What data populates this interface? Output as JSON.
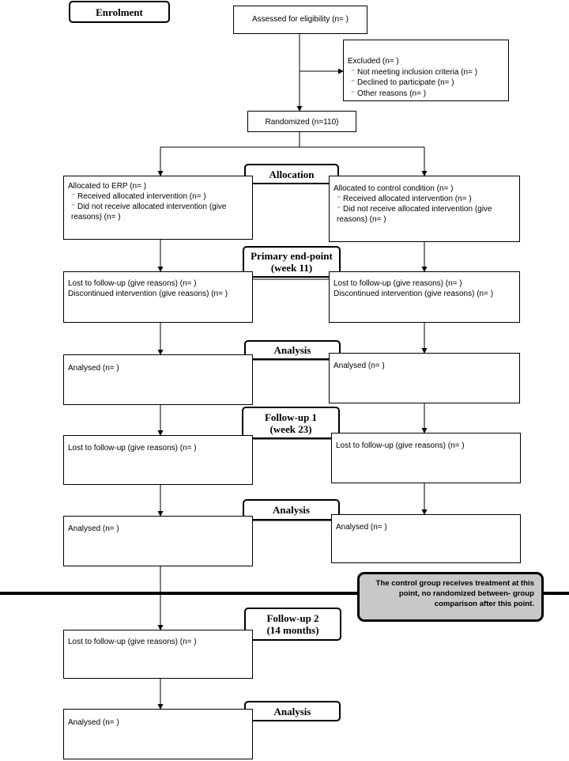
{
  "stages": {
    "enrolment": "Enrolment",
    "allocation": "Allocation",
    "primary_endpoint": [
      "Primary end-point",
      "(week 11)"
    ],
    "analysis_1": "Analysis",
    "followup_1": [
      "Follow-up 1",
      "(week 23)"
    ],
    "analysis_2": "Analysis",
    "followup_2": [
      "Follow-up 2",
      "(14 months)"
    ],
    "analysis_3": "Analysis"
  },
  "enrolment": {
    "assessed": "Assessed for eligibility (n=  )",
    "excluded": {
      "title": "Excluded  (n=  )",
      "items": [
        "⁻  Not meeting inclusion criteria (n=  )",
        "⁻  Declined to participate (n=  )",
        "⁻  Other reasons (n=  )"
      ]
    },
    "randomized": "Randomized (n=110)"
  },
  "erp_arm": {
    "allocated": {
      "title": "Allocated to ERP (n=  )",
      "received": "⁻  Received allocated intervention (n=  )",
      "not_received": "⁻  Did not receive allocated intervention (give reasons) (n=  )"
    },
    "lost_primary": "Lost to follow-up (give reasons) (n=  )",
    "discontinued_primary": "Discontinued intervention (give reasons) (n=  )",
    "analysed_1": "Analysed  (n=  )",
    "lost_fu1": "Lost to follow-up (give reasons) (n= )",
    "analysed_2": "Analysed  (n=  )",
    "lost_fu2": "Lost to follow-up (give reasons) (n= )",
    "analysed_3": "Analysed  (n=  )"
  },
  "control_arm": {
    "allocated": {
      "title": "Allocated to control condition (n=  )",
      "received": "⁻  Received allocated intervention (n=  )",
      "not_received": "⁻  Did not receive allocated intervention (give reasons) (n=  )"
    },
    "lost_primary": "Lost to follow-up (give reasons) (n=  )",
    "discontinued_primary": "Discontinued intervention (give reasons) (n=  )",
    "analysed_1": "Analysed  (n=  )",
    "lost_fu1": "Lost to follow-up (give reasons) (n= )",
    "analysed_2": "Analysed  (n=  )"
  },
  "note": [
    "The control group receives treatment",
    "at this point, no randomized between-",
    "group comparison after this point."
  ],
  "colors": {
    "note_fill": "#c8c8c8",
    "line": "#000000"
  }
}
